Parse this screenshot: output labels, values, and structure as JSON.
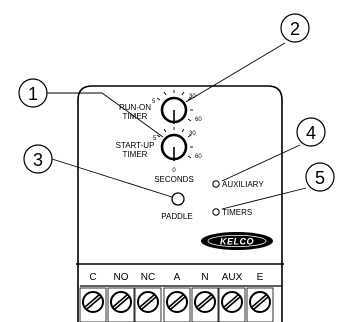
{
  "callouts": [
    "1",
    "2",
    "3",
    "4",
    "5"
  ],
  "run_on_timer": {
    "label_line1": "RUN-ON",
    "label_line2": "TIMER",
    "scale_min": "5",
    "scale_mid": "30",
    "scale_max": "60"
  },
  "start_up_timer": {
    "label_line1": "START-UP",
    "label_line2": "TIMER",
    "scale_min": "5",
    "scale_mid": "30",
    "scale_max": "60",
    "scale_zero": "0",
    "units": "SECONDS"
  },
  "paddle_label": "PADDLE",
  "indicators": {
    "auxiliary": "AUXILIARY",
    "timers": "TIMERS"
  },
  "brand_logo": "KELCO",
  "terminals": [
    "C",
    "NO",
    "NC",
    "A",
    "N",
    "AUX",
    "E"
  ],
  "colors": {
    "line": "#000000",
    "background": "#ffffff",
    "logo_fill": "#000000"
  }
}
